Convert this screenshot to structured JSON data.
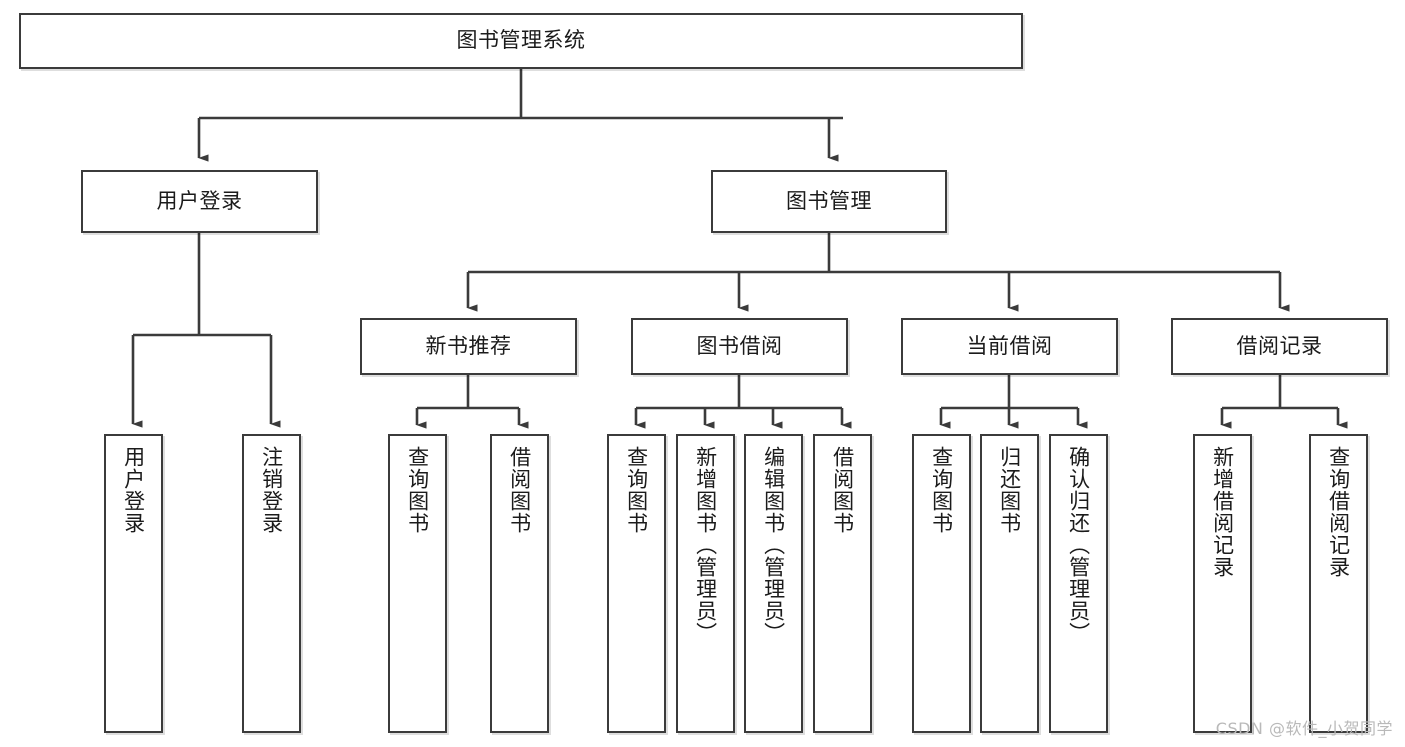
{
  "diagram": {
    "type": "tree",
    "title": "图书管理系统",
    "root": {
      "label": "图书管理系统"
    },
    "level1": [
      {
        "label": "用户登录"
      },
      {
        "label": "图书管理"
      }
    ],
    "level2": [
      {
        "label": "新书推荐"
      },
      {
        "label": "图书借阅"
      },
      {
        "label": "当前借阅"
      },
      {
        "label": "借阅记录"
      }
    ],
    "leaves": {
      "user_login": [
        {
          "label": "用户登录"
        },
        {
          "label": "注销登录"
        }
      ],
      "new_book": [
        {
          "label": "查询图书"
        },
        {
          "label": "借阅图书"
        }
      ],
      "book_borrow": [
        {
          "label": "查询图书"
        },
        {
          "label": "新增图书（管理员）"
        },
        {
          "label": "编辑图书（管理员）"
        },
        {
          "label": "借阅图书"
        }
      ],
      "current_borrow": [
        {
          "label": "查询图书"
        },
        {
          "label": "归还图书"
        },
        {
          "label": "确认归还（管理员）"
        }
      ],
      "borrow_record": [
        {
          "label": "新增借阅记录"
        },
        {
          "label": "查询借阅记录"
        }
      ]
    }
  },
  "watermark": {
    "text": "CSDN @软件_小贺同学"
  },
  "colors": {
    "line": "#3b3b3b",
    "box_fill": "#ffffff",
    "text": "#1b1b1b",
    "watermark": "#b9b9b9",
    "background": "#ffffff"
  }
}
